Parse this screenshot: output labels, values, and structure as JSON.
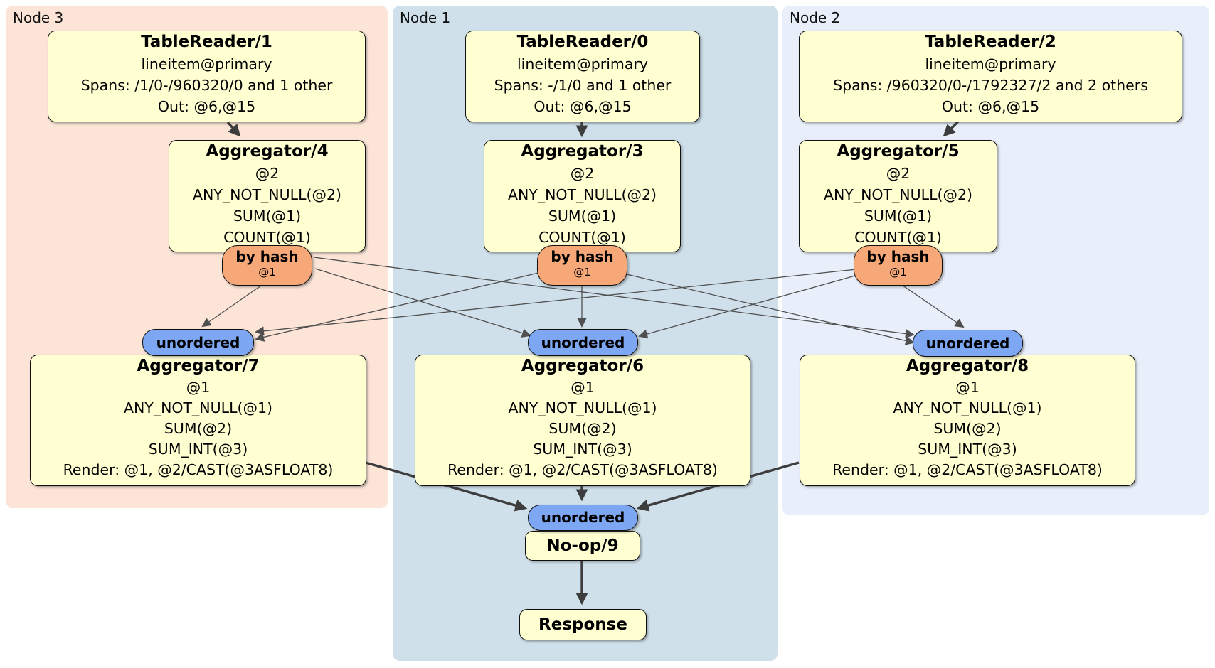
{
  "diagram_type": "distributed SQL query plan (flow diagram)",
  "colors": {
    "node3_panel_bg": "#fce4d7",
    "node1_panel_bg": "#cfe0ea",
    "node2_panel_bg": "#e9effa",
    "processor_box_fill": "#ffffd2",
    "by_hash_oval_fill": "#f6a878",
    "unordered_oval_fill": "#7da7f2",
    "edge_thin": "#4f4f4f",
    "edge_thick": "#3d3d3d"
  },
  "panels": [
    {
      "label": "Node 3"
    },
    {
      "label": "Node 1"
    },
    {
      "label": "Node 2"
    }
  ],
  "boxes": {
    "tr1": {
      "title": "TableReader/1",
      "lines": [
        "lineitem@primary",
        "Spans: /1/0-/960320/0 and 1 other",
        "Out: @6,@15"
      ]
    },
    "tr0": {
      "title": "TableReader/0",
      "lines": [
        "lineitem@primary",
        "Spans: -/1/0 and 1 other",
        "Out: @6,@15"
      ]
    },
    "tr2": {
      "title": "TableReader/2",
      "lines": [
        "lineitem@primary",
        "Spans: /960320/0-/1792327/2 and 2 others",
        "Out: @6,@15"
      ]
    },
    "agg4": {
      "title": "Aggregator/4",
      "lines": [
        "@2",
        "ANY_NOT_NULL(@2)",
        "SUM(@1)",
        "COUNT(@1)"
      ]
    },
    "agg3": {
      "title": "Aggregator/3",
      "lines": [
        "@2",
        "ANY_NOT_NULL(@2)",
        "SUM(@1)",
        "COUNT(@1)"
      ]
    },
    "agg5": {
      "title": "Aggregator/5",
      "lines": [
        "@2",
        "ANY_NOT_NULL(@2)",
        "SUM(@1)",
        "COUNT(@1)"
      ]
    },
    "agg7": {
      "title": "Aggregator/7",
      "lines": [
        "@1",
        "ANY_NOT_NULL(@1)",
        "SUM(@2)",
        "SUM_INT(@3)",
        "Render: @1, @2/CAST(@3ASFLOAT8)"
      ]
    },
    "agg6": {
      "title": "Aggregator/6",
      "lines": [
        "@1",
        "ANY_NOT_NULL(@1)",
        "SUM(@2)",
        "SUM_INT(@3)",
        "Render: @1, @2/CAST(@3ASFLOAT8)"
      ]
    },
    "agg8": {
      "title": "Aggregator/8",
      "lines": [
        "@1",
        "ANY_NOT_NULL(@1)",
        "SUM(@2)",
        "SUM_INT(@3)",
        "Render: @1, @2/CAST(@3ASFLOAT8)"
      ]
    },
    "noop": {
      "title": "No-op/9"
    },
    "response": {
      "title": "Response"
    }
  },
  "ovals": {
    "hash_label": "by hash",
    "hash_sub": "@1",
    "unordered_label": "unordered"
  },
  "edges": [
    {
      "from": "TableReader/1",
      "to": "Aggregator/4",
      "style": "thick"
    },
    {
      "from": "TableReader/0",
      "to": "Aggregator/3",
      "style": "thick"
    },
    {
      "from": "TableReader/2",
      "to": "Aggregator/5",
      "style": "thick"
    },
    {
      "from": "by hash @1 (node 3)",
      "to": "unordered (node 3)",
      "style": "thin"
    },
    {
      "from": "by hash @1 (node 3)",
      "to": "unordered (node 1)",
      "style": "thin"
    },
    {
      "from": "by hash @1 (node 3)",
      "to": "unordered (node 2)",
      "style": "thin"
    },
    {
      "from": "by hash @1 (node 1)",
      "to": "unordered (node 3)",
      "style": "thin"
    },
    {
      "from": "by hash @1 (node 1)",
      "to": "unordered (node 1)",
      "style": "thin"
    },
    {
      "from": "by hash @1 (node 1)",
      "to": "unordered (node 2)",
      "style": "thin"
    },
    {
      "from": "by hash @1 (node 2)",
      "to": "unordered (node 3)",
      "style": "thin"
    },
    {
      "from": "by hash @1 (node 2)",
      "to": "unordered (node 1)",
      "style": "thin"
    },
    {
      "from": "by hash @1 (node 2)",
      "to": "unordered (node 2)",
      "style": "thin"
    },
    {
      "from": "Aggregator/7",
      "to": "unordered (final)",
      "style": "thick"
    },
    {
      "from": "Aggregator/6",
      "to": "unordered (final)",
      "style": "thick"
    },
    {
      "from": "Aggregator/8",
      "to": "unordered (final)",
      "style": "thick"
    },
    {
      "from": "No-op/9",
      "to": "Response",
      "style": "thick"
    }
  ]
}
